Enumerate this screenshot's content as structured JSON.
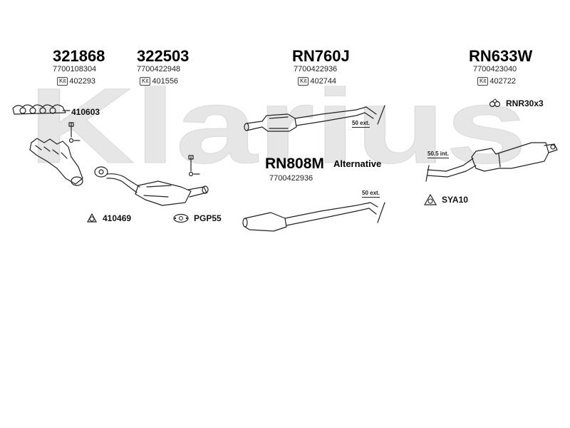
{
  "watermark": {
    "text": "Klarius"
  },
  "parts": [
    {
      "part_number": "321868",
      "oe_number": "7700108304",
      "kit_label": "Kit",
      "kit_number": "402293"
    },
    {
      "part_number": "322503",
      "oe_number": "7700422948",
      "kit_label": "Kit",
      "kit_number": "401556"
    },
    {
      "part_number": "RN760J",
      "oe_number": "7700422936",
      "kit_label": "Kit",
      "kit_number": "402744"
    },
    {
      "part_number": "RN633W",
      "oe_number": "7700423040",
      "kit_label": "Kit",
      "kit_number": "402722"
    }
  ],
  "alternative": {
    "part_number": "RN808M",
    "oe_number": "7700422936",
    "label": "Alternative"
  },
  "accessories": {
    "gasket_manifold": "410603",
    "ring_gasket": "410469",
    "flange_gasket": "PGP55",
    "rubber_mount_rear": "RNR30x3",
    "rubber_mount_mid": "SYA10"
  },
  "extensions": {
    "front_pipe_ext": "50 ext.",
    "alt_pipe_ext": "50 ext.",
    "rear_int": "50.5 int."
  },
  "icons": [
    "exhaust-manifold-icon",
    "catalytic-converter-icon",
    "middle-pipe-icon",
    "rear-silencer-icon",
    "gasket-icon",
    "rubber-mount-icon",
    "bolt-icon"
  ]
}
